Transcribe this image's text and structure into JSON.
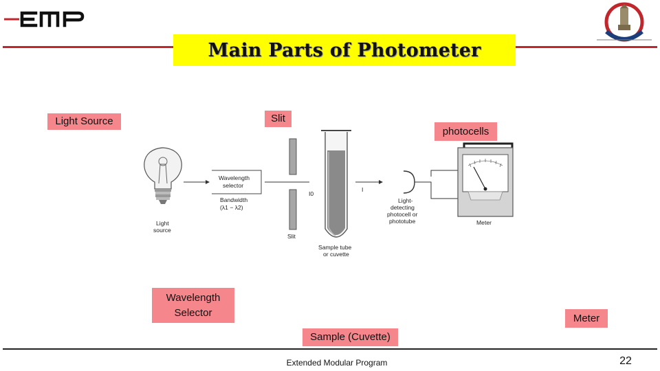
{
  "header": {
    "logo_text": "EMP",
    "title": "Main Parts  of Photometer"
  },
  "labels": {
    "light_source": "Light  Source",
    "slit": "Slit",
    "photocells": "photocells",
    "wavelength_selector": "Wavelength Selector",
    "meter": "Meter",
    "sample": "Sample (Cuvette)"
  },
  "diagram": {
    "light_label_1": "Light",
    "light_label_2": "source",
    "selector_1": "Wavelength",
    "selector_2": "selector",
    "bandwidth_1": "Bandwidth",
    "bandwidth_2": "(λ1 − λ2)",
    "slit": "Slit",
    "i0": "I0",
    "i": "I",
    "tube_1": "Sample tube",
    "tube_2": "or cuvette",
    "detector_1": "Light-",
    "detector_2": "detecting",
    "detector_3": "photocell or",
    "detector_4": "phototube",
    "meter": "Meter"
  },
  "footer": {
    "program": "Extended Modular Program",
    "page": "22"
  },
  "colors": {
    "accent_red": "#c0272d",
    "title_bg": "#ffff00",
    "label_bg": "#f4868c"
  }
}
